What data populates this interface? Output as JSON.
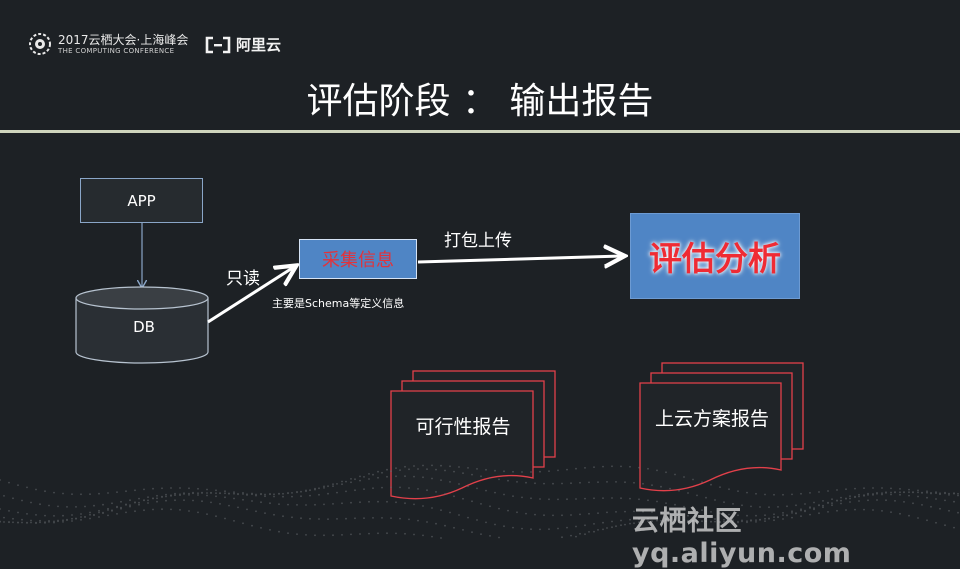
{
  "header": {
    "conference_title": "2017云栖大会·上海峰会",
    "conference_subtitle": "THE COMPUTING CONFERENCE",
    "brand_name": "阿里云"
  },
  "slide": {
    "title": "评估阶段 ： 输出报告"
  },
  "diagram": {
    "app_label": "APP",
    "db_label": "DB",
    "readonly_label": "只读",
    "collect_label": "采集信息",
    "note_label": "主要是Schema等定义信息",
    "package_label": "打包上传",
    "evaluate_label": "评估分析",
    "doc1_label": "可行性报告",
    "doc2_label": "上云方案报告"
  },
  "footer": {
    "watermark": "云栖社区 yq.aliyun.com"
  },
  "colors": {
    "background": "#1d2125",
    "box_blue": "#4f85c5",
    "red": "#e0333c",
    "divider": "#cfd5bd"
  }
}
